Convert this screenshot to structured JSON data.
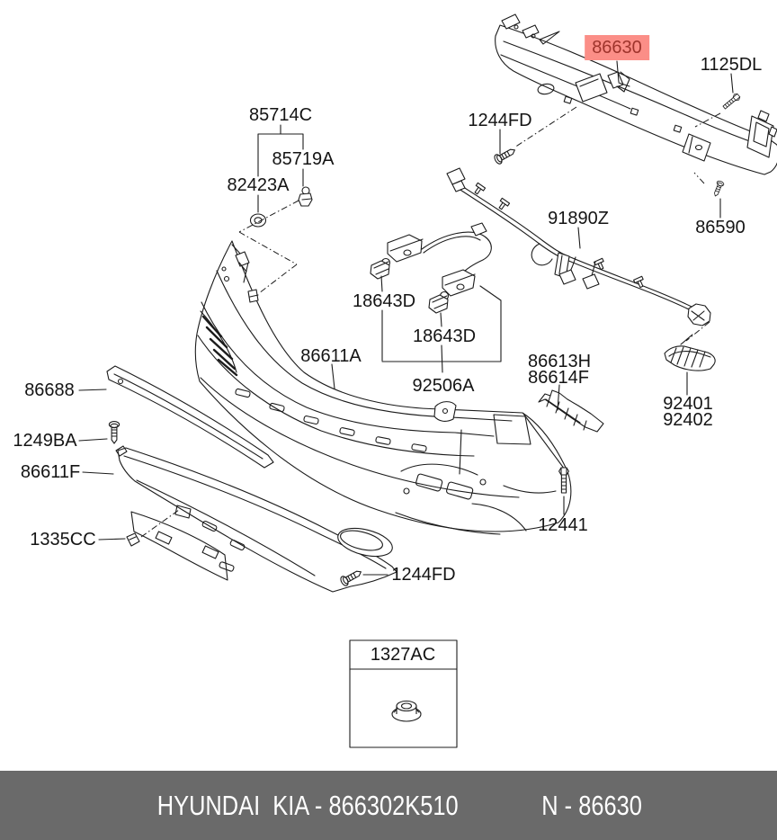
{
  "colors": {
    "line": "#1c1c1c",
    "highlight-bg": "#fb8e87",
    "highlight-text": "#9e342c",
    "footer-bg": "#6a6a6a",
    "footer-text": "#ffffff",
    "label-text": "#141414",
    "page-bg": "#ffffff"
  },
  "diagram": {
    "description": "Exploded parts diagram of rear bumper assembly",
    "highlighted_part": "86630"
  },
  "labels": [
    {
      "id": "85714C",
      "text": "85714C"
    },
    {
      "id": "85719A",
      "text": "85719A"
    },
    {
      "id": "82423A",
      "text": "82423A"
    },
    {
      "id": "1244FD-top",
      "text": "1244FD"
    },
    {
      "id": "86630",
      "text": "86630",
      "highlight": true
    },
    {
      "id": "1125DL",
      "text": "1125DL"
    },
    {
      "id": "86590",
      "text": "86590"
    },
    {
      "id": "91890Z",
      "text": "91890Z"
    },
    {
      "id": "18643D-left",
      "text": "18643D"
    },
    {
      "id": "18643D-right",
      "text": "18643D"
    },
    {
      "id": "86611A",
      "text": "86611A"
    },
    {
      "id": "92506A",
      "text": "92506A"
    },
    {
      "id": "86613H",
      "text": "86613H"
    },
    {
      "id": "86614F",
      "text": "86614F"
    },
    {
      "id": "92401",
      "text": "92401"
    },
    {
      "id": "92402",
      "text": "92402"
    },
    {
      "id": "86688",
      "text": "86688"
    },
    {
      "id": "1249BA",
      "text": "1249BA"
    },
    {
      "id": "86611F",
      "text": "86611F"
    },
    {
      "id": "1335CC",
      "text": "1335CC"
    },
    {
      "id": "12441",
      "text": "12441"
    },
    {
      "id": "1244FD-bottom",
      "text": "1244FD"
    },
    {
      "id": "1327AC",
      "text": "1327AC"
    }
  ],
  "footer": {
    "brand": "HYUNDAI  KIA - 866302K510",
    "part": "N - 86630"
  }
}
